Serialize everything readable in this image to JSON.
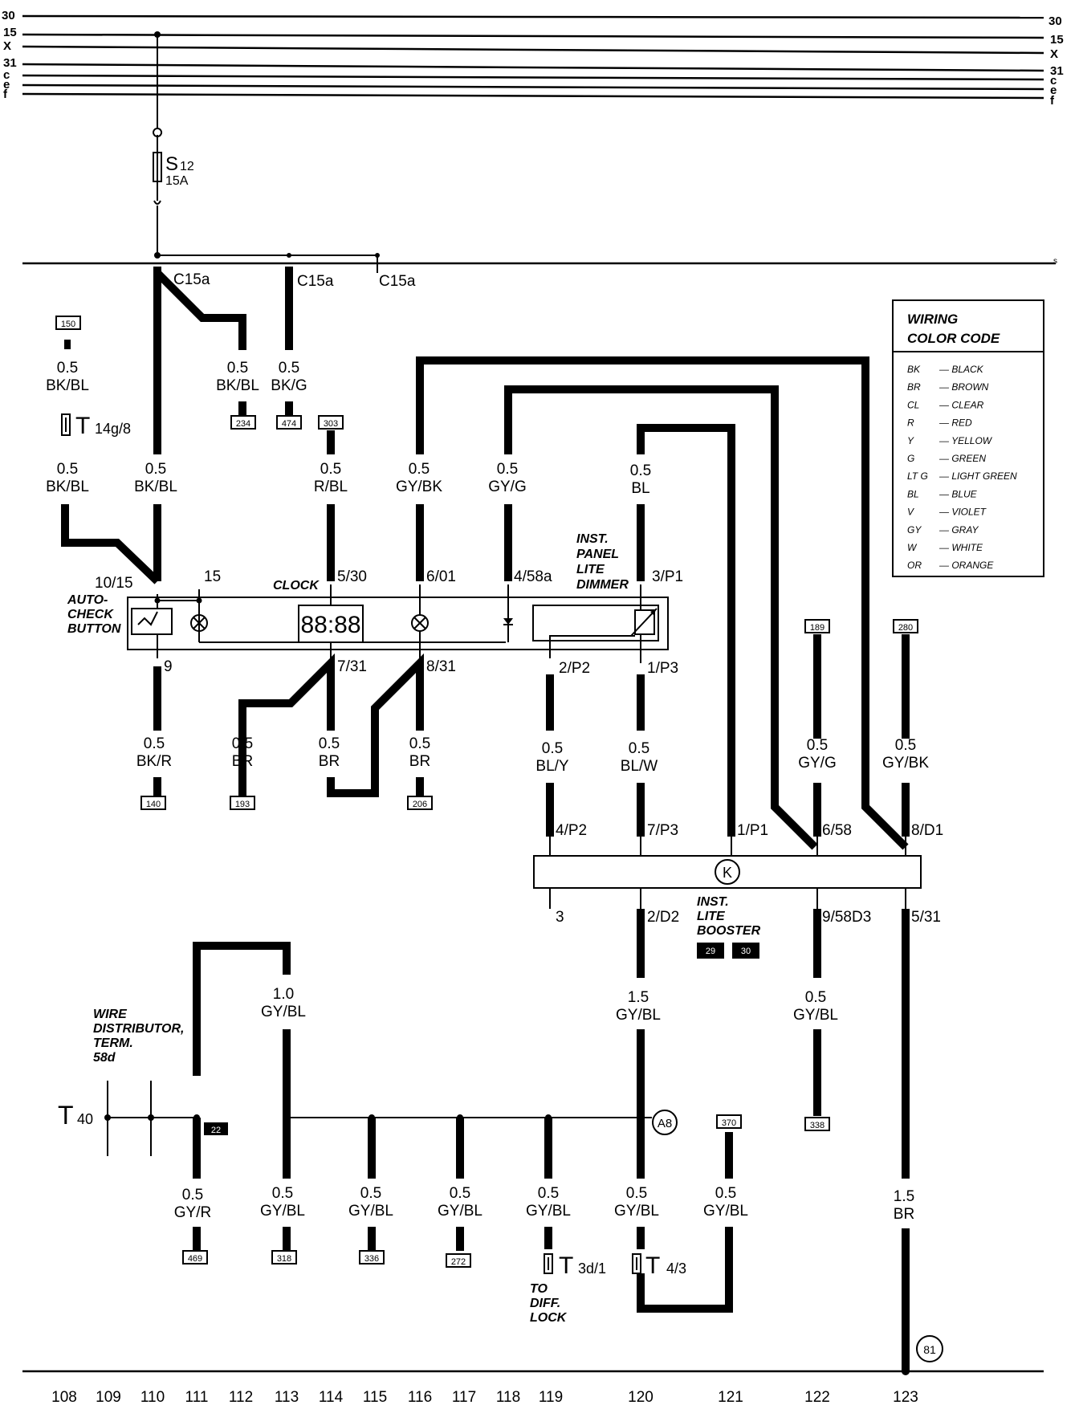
{
  "bus_left": [
    "30",
    "15",
    "X",
    "31",
    "c",
    "e",
    "f"
  ],
  "bus_right": [
    "30",
    "15",
    "X",
    "31",
    "c",
    "e",
    "f"
  ],
  "bus_s": "s",
  "fuse": {
    "name": "S",
    "sub": "12",
    "rating": "15A"
  },
  "connectors_c15a": [
    "C15a",
    "C15a",
    "C15a"
  ],
  "legend": {
    "title_line1": "WIRING",
    "title_line2": "COLOR CODE",
    "rows": [
      [
        "BK",
        "— BLACK"
      ],
      [
        "BR",
        "— BROWN"
      ],
      [
        "CL",
        "— CLEAR"
      ],
      [
        "R",
        "— RED"
      ],
      [
        "Y",
        "— YELLOW"
      ],
      [
        "G",
        "— GREEN"
      ],
      [
        "LT G",
        "— LIGHT GREEN"
      ],
      [
        "BL",
        "— BLUE"
      ],
      [
        "V",
        "— VIOLET"
      ],
      [
        "GY",
        "— GRAY"
      ],
      [
        "W",
        "— WHITE"
      ],
      [
        "OR",
        "— ORANGE"
      ]
    ]
  },
  "refs": {
    "r150": "150",
    "r234": "234",
    "r474": "474",
    "r303": "303",
    "r189": "189",
    "r280": "280",
    "r140": "140",
    "r193": "193",
    "r206": "206",
    "r22": "22",
    "r370": "370",
    "r338": "338",
    "r469": "469",
    "r318": "318",
    "r336": "336",
    "r272": "272",
    "r29": "29",
    "r30": "30"
  },
  "wires": {
    "w1a": "0.5",
    "w1b": "BK/BL",
    "w2a": "0.5",
    "w2b": "BK/BL",
    "w3a": "0.5",
    "w3b": "BK/G",
    "w4a": "0.5",
    "w4b": "BK/BL",
    "w5a": "0.5",
    "w5b": "BK/BL",
    "w6a": "0.5",
    "w6b": "R/BL",
    "w7a": "0.5",
    "w7b": "GY/BK",
    "w8a": "0.5",
    "w8b": "GY/G",
    "w9a": "0.5",
    "w9b": "BL",
    "w10a": "0.5",
    "w10b": "BK/R",
    "w11a": "0.5",
    "w11b": "BR",
    "w12a": "0.5",
    "w12b": "BR",
    "w13a": "0.5",
    "w13b": "BR",
    "w14a": "0.5",
    "w14b": "BL/Y",
    "w15a": "0.5",
    "w15b": "BL/W",
    "w16a": "0.5",
    "w16b": "GY/G",
    "w17a": "0.5",
    "w17b": "GY/BK",
    "w18a": "1.0",
    "w18b": "GY/BL",
    "w19a": "1.5",
    "w19b": "GY/BL",
    "w20a": "0.5",
    "w20b": "GY/BL",
    "w21a": "0.5",
    "w21b": "GY/R",
    "w22a": "0.5",
    "w22b": "GY/BL",
    "w23a": "0.5",
    "w23b": "GY/BL",
    "w24a": "0.5",
    "w24b": "GY/BL",
    "w25a": "0.5",
    "w25b": "GY/BL",
    "w26a": "0.5",
    "w26b": "GY/BL",
    "w27a": "0.5",
    "w27b": "GY/BL",
    "w28a": "1.5",
    "w28b": "BR"
  },
  "pins": {
    "p1": "10/15",
    "p2": "15",
    "p3": "5/30",
    "p4": "6/01",
    "p5": "4/58a",
    "p6": "3/P1",
    "p7": "9",
    "p8": "7/31",
    "p9": "8/31",
    "p10": "2/P2",
    "p11": "1/P3",
    "p12": "4/P2",
    "p13": "7/P3",
    "p14": "1/P1",
    "p15": "6/58",
    "p16": "8/D1",
    "p17": "3",
    "p18": "2/D2",
    "p19": "9/58D3",
    "p20": "5/31"
  },
  "labels": {
    "auto1": "AUTO-",
    "auto2": "CHECK",
    "auto3": "BUTTON",
    "clock": "CLOCK",
    "dim1": "INST.",
    "dim2": "PANEL",
    "dim3": "LITE",
    "dim4": "DIMMER",
    "boost1": "INST.",
    "boost2": "LITE",
    "boost3": "BOOSTER",
    "booster_symbol": "K",
    "wd1": "WIRE",
    "wd2": "DISTRIBUTOR,",
    "wd3": "TERM.",
    "wd4": "58d",
    "diff1": "TO",
    "diff2": "DIFF.",
    "diff3": "LOCK",
    "clock_display": "88:88"
  },
  "t_conn": {
    "t1": "T",
    "t1s": "14g/8",
    "t2": "T",
    "t2s": "40",
    "t3": "T",
    "t3s": "3d/1",
    "t4": "T",
    "t4s": "4/3"
  },
  "grounds": {
    "g1": "A8",
    "g2": "81"
  },
  "bottom_numbers": [
    "108",
    "109",
    "110",
    "111",
    "112",
    "113",
    "114",
    "115",
    "116",
    "117",
    "118",
    "119",
    "120",
    "121",
    "122",
    "123"
  ]
}
